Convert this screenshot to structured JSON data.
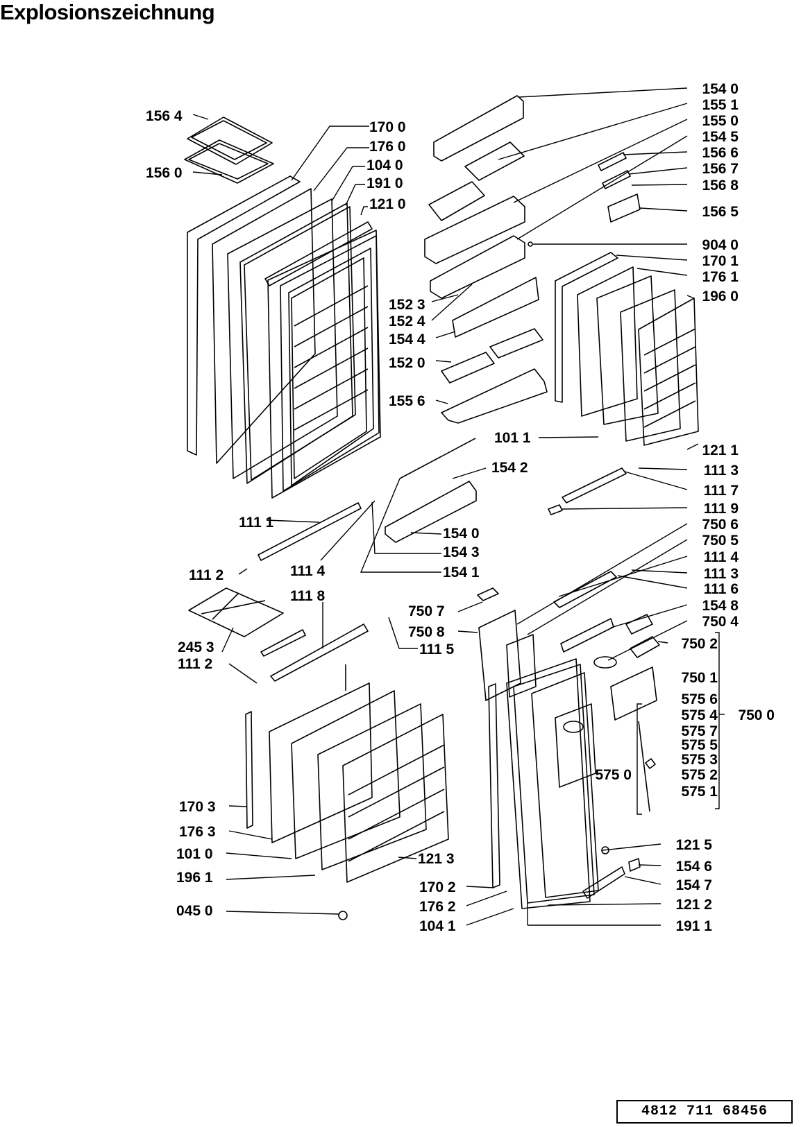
{
  "title": "Explosionszeichnung",
  "document_number": "4812  711  68456",
  "labels": [
    "154 0",
    "155 1",
    "155 0",
    "154 5",
    "156 6",
    "156 7",
    "156 8",
    "156 5",
    "904 0",
    "170 1",
    "176 1",
    "196 0",
    "121 1",
    "111 3",
    "111 7",
    "111 9",
    "750 6",
    "750 5",
    "111 4",
    "111 3",
    "111 6",
    "154 8",
    "750 4",
    "750 2",
    "750 1",
    "575 6",
    "575 4",
    "575 7",
    "575 5",
    "575 3",
    "575 2",
    "575 1",
    "750 0",
    "575 0",
    "121 5",
    "154 6",
    "154 7",
    "121 2",
    "191 1",
    "156 4",
    "156 0",
    "170 0",
    "176 0",
    "104 0",
    "191 0",
    "121 0",
    "152 3",
    "152 4",
    "154 4",
    "152 0",
    "155 6",
    "101 1",
    "154 2",
    "154 0",
    "154 3",
    "154 1",
    "111 1",
    "111 4",
    "111 2",
    "111 8",
    "750 7",
    "750 8",
    "111 5",
    "245 3",
    "111 2",
    "170 3",
    "176 3",
    "101 0",
    "196 1",
    "121 3",
    "045 0",
    "170 2",
    "176 2",
    "104 1"
  ]
}
